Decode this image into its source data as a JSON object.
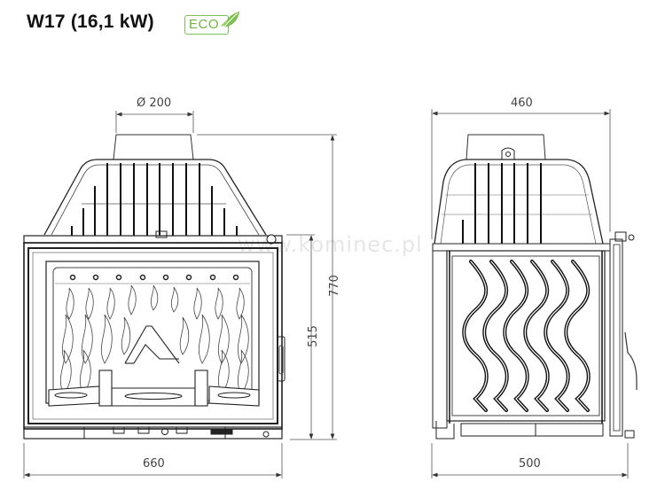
{
  "header": {
    "title": "W17 (16,1 kW)",
    "badge": {
      "label": "ECO",
      "icon": "leaf-icon",
      "color": "#6db545"
    }
  },
  "watermark": "www.kominec.pl",
  "front_view": {
    "dimensions": {
      "flue_diameter": "Ø 200",
      "width": "660",
      "total_height": "770",
      "body_height": "515"
    }
  },
  "side_view": {
    "dimensions": {
      "top_depth": "460",
      "bottom_depth": "500"
    }
  },
  "colors": {
    "line": "#222222",
    "dim_line": "#555555",
    "eco_green": "#6db545"
  }
}
